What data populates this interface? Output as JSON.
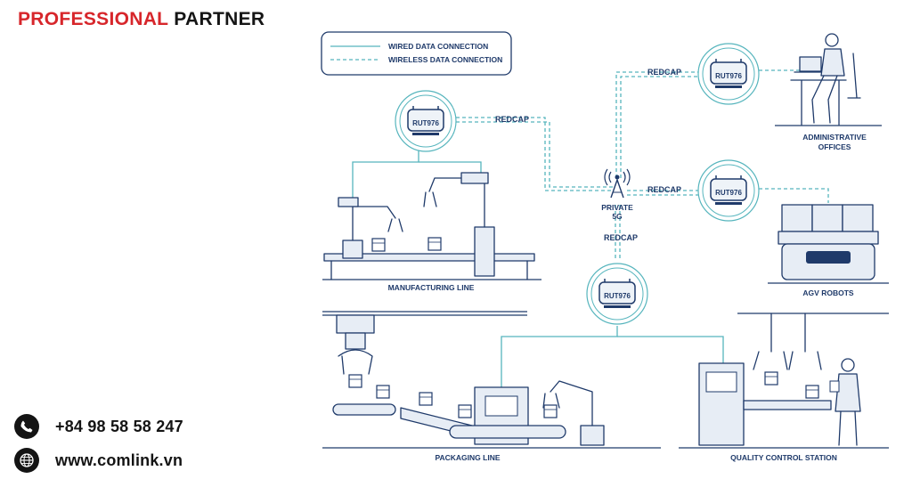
{
  "header": {
    "brand_accent": "PROFESSIONAL",
    "brand_rest": "PARTNER"
  },
  "contact": {
    "phone": "+84 98 58 58 247",
    "website": "www.comlink.vn"
  },
  "legend": {
    "wired": "WIRED DATA CONNECTION",
    "wireless": "WIRELESS DATA CONNECTION"
  },
  "router_model": "RUT976",
  "link_label": "REDCAP",
  "tower": {
    "line1": "PRIVATE",
    "line2": "5G"
  },
  "areas": {
    "manufacturing": "MANUFACTURING LINE",
    "admin_line1": "ADMINISTRATIVE",
    "admin_line2": "OFFICES",
    "agv": "AGV ROBOTS",
    "packaging": "PACKAGING LINE",
    "quality": "QUALITY CONTROL STATION"
  },
  "colors": {
    "brand_red": "#d7262b",
    "navy": "#1f3a6a",
    "teal": "#56b5bd",
    "text_dark": "#141414"
  },
  "icons": [
    "phone-icon",
    "globe-icon",
    "router-icon",
    "cell-tower-icon",
    "robot-arm-icon",
    "laptop-icon",
    "worker-icon"
  ]
}
